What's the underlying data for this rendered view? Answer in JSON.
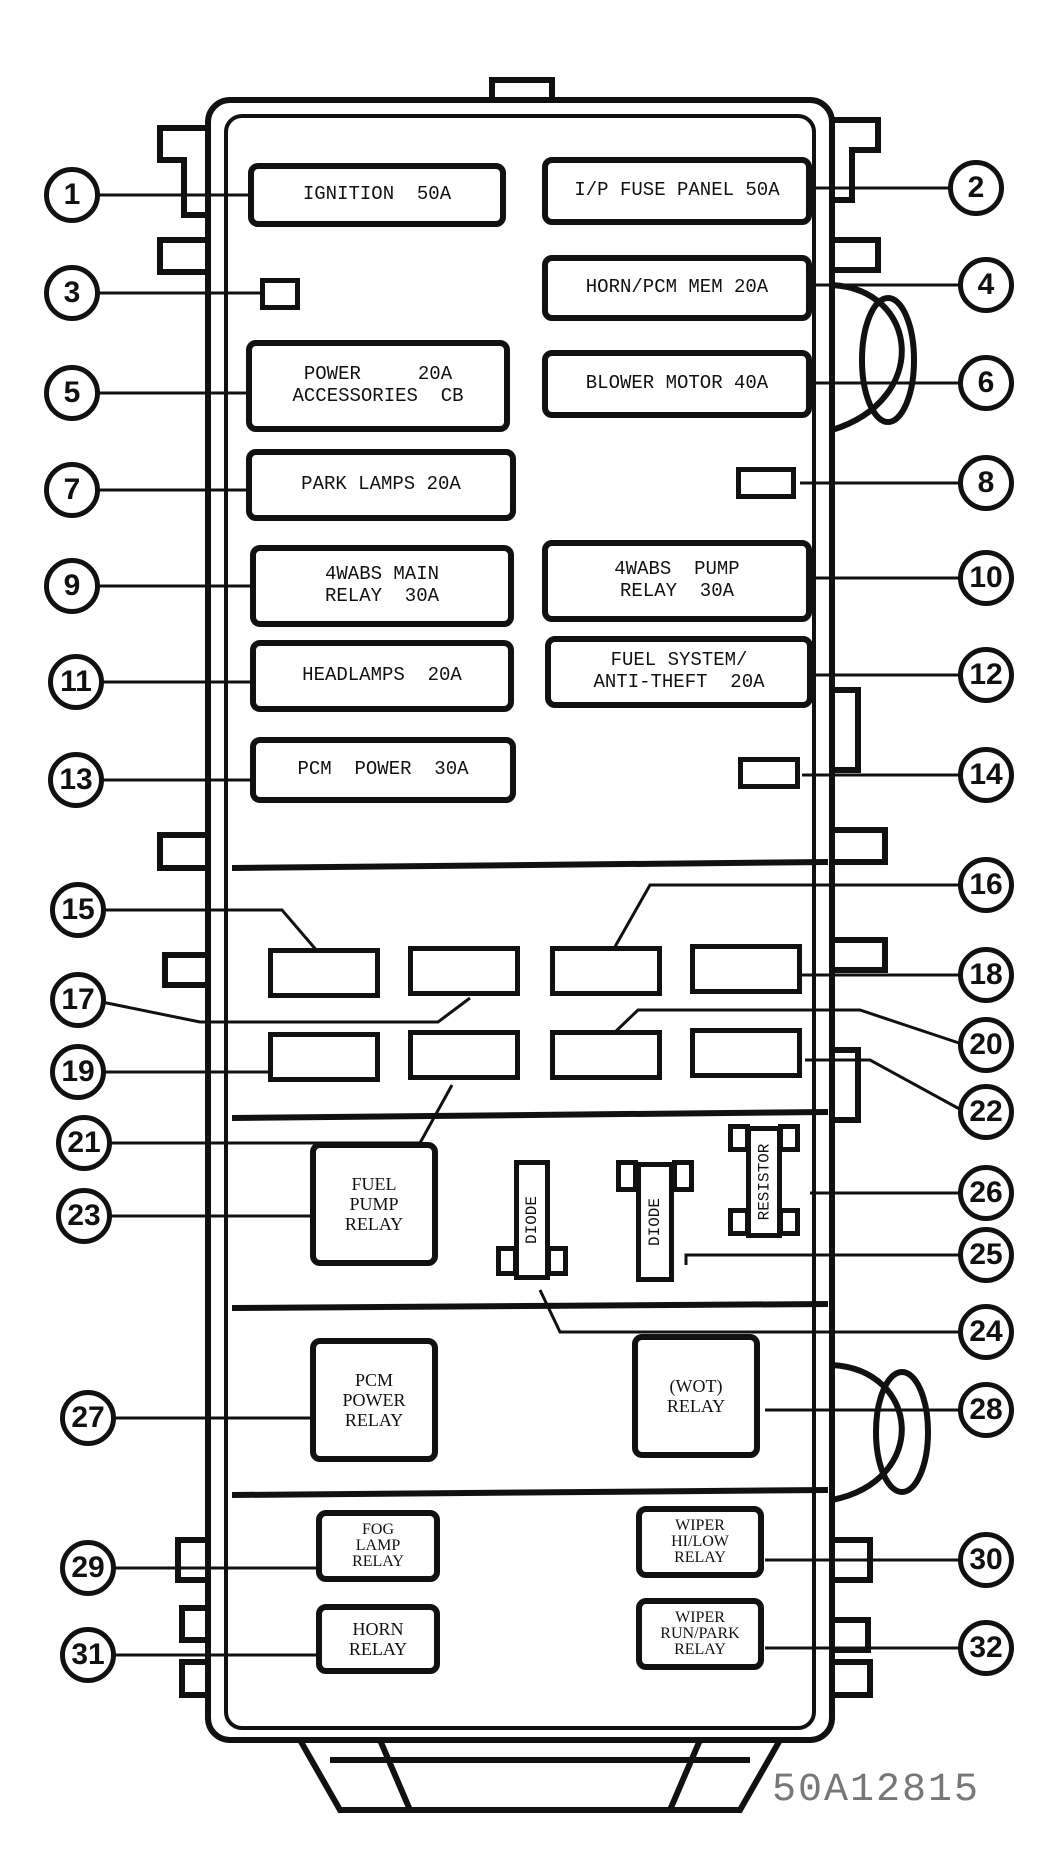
{
  "fuses": {
    "f1": [
      "IGNITION  50A"
    ],
    "f2": [
      "I/P FUSE PANEL 50A"
    ],
    "f4": [
      "HORN/PCM MEM 20A"
    ],
    "f5": [
      "POWER     20A",
      "ACCESSORIES  CB"
    ],
    "f6": [
      "BLOWER MOTOR 40A"
    ],
    "f7": [
      "PARK LAMPS 20A"
    ],
    "f9": [
      "4WABS MAIN",
      "RELAY  30A"
    ],
    "f10": [
      "4WABS  PUMP",
      "RELAY  30A"
    ],
    "f11": [
      "HEADLAMPS  20A"
    ],
    "f12": [
      "FUEL SYSTEM/",
      "ANTI-THEFT  20A"
    ],
    "f13": [
      "PCM  POWER  30A"
    ]
  },
  "relays": {
    "r23": [
      "FUEL",
      "PUMP",
      "RELAY"
    ],
    "r27": [
      "PCM",
      "POWER",
      "RELAY"
    ],
    "r28": [
      "(WOT)",
      "RELAY"
    ],
    "r29": [
      "FOG",
      "LAMP",
      "RELAY"
    ],
    "r30": [
      "WIPER",
      "HI/LOW",
      "RELAY"
    ],
    "r31": [
      "HORN",
      "RELAY"
    ],
    "r32": [
      "WIPER",
      "RUN/PARK",
      "RELAY"
    ]
  },
  "components": {
    "diode_24": "DIODE",
    "diode_25": "DIODE",
    "resistor_26": "RESISTOR"
  },
  "callouts": [
    "1",
    "2",
    "3",
    "4",
    "5",
    "6",
    "7",
    "8",
    "9",
    "10",
    "11",
    "12",
    "13",
    "14",
    "15",
    "16",
    "17",
    "18",
    "19",
    "20",
    "21",
    "22",
    "23",
    "24",
    "25",
    "26",
    "27",
    "28",
    "29",
    "30",
    "31",
    "32"
  ],
  "figure_code": "50A12815"
}
